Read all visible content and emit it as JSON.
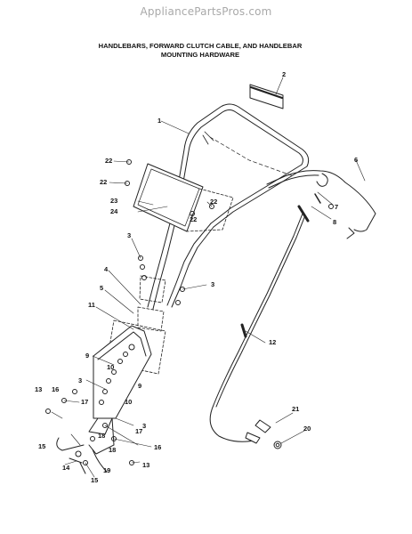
{
  "watermark": "AppliancePartsPros.com",
  "title": {
    "line1": "HANDLEBARS, FORWARD CLUTCH CABLE, AND HANDLEBAR",
    "line2": "MOUNTING HARDWARE"
  },
  "callouts": {
    "c1": "1",
    "c2": "2",
    "c3a": "3",
    "c3b": "3",
    "c3c": "3",
    "c3d": "3",
    "c4": "4",
    "c5": "5",
    "c6": "6",
    "c7": "7",
    "c8": "8",
    "c9a": "9",
    "c9b": "9",
    "c10a": "10",
    "c10b": "10",
    "c11": "11",
    "c12": "12",
    "c13a": "13",
    "c13b": "13",
    "c14": "14",
    "c15a": "15",
    "c15b": "15",
    "c16a": "16",
    "c16b": "16",
    "c17a": "17",
    "c17b": "17",
    "c18a": "18",
    "c18b": "18",
    "c19": "19",
    "c20": "20",
    "c21": "21",
    "c22a": "22",
    "c22b": "22",
    "c22c": "22",
    "c22d": "22",
    "c23": "23",
    "c24": "24"
  }
}
